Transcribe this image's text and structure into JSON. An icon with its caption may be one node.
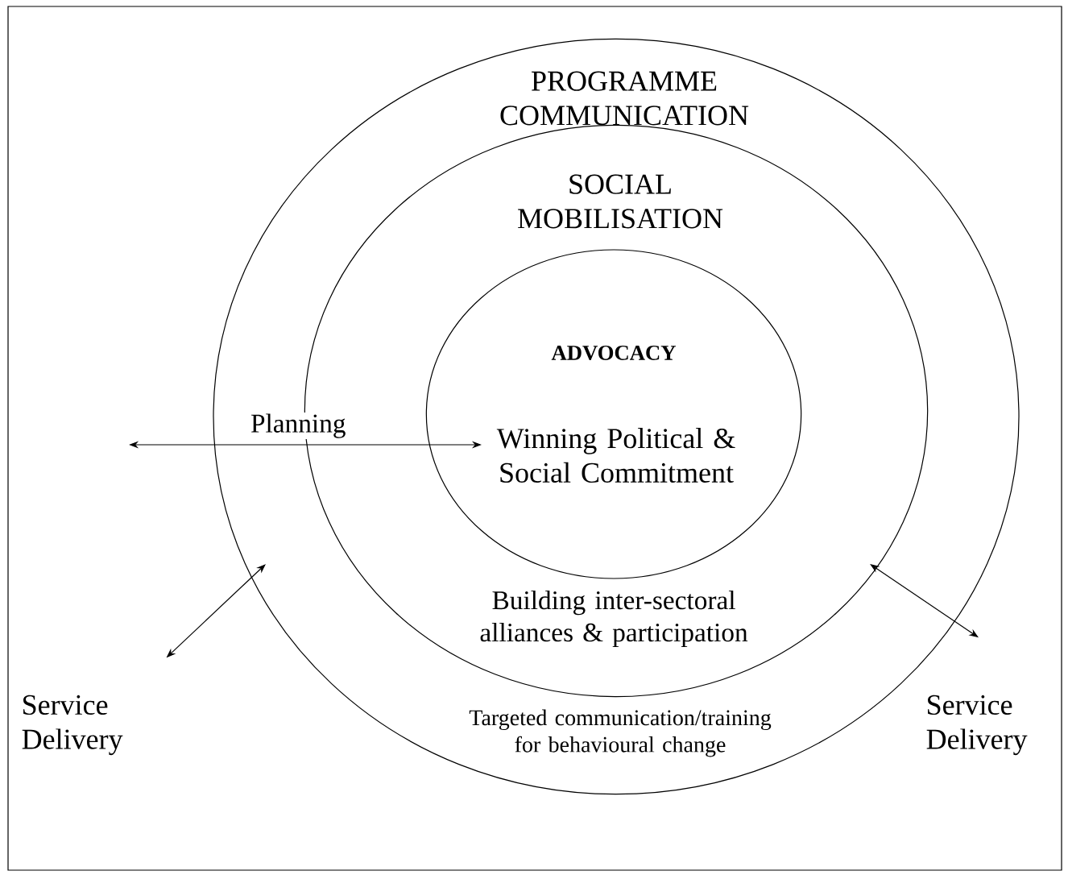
{
  "diagram": {
    "nodes": [
      {
        "text": [
          "PROGRAMME COMMUNICATION",
          "Targeted communication/training for behavioural change"
        ]
      },
      {
        "text": [
          "SOCIAL MOBILISATION",
          "Building inter-sectoral alliances & participation"
        ],
        "in": 0
      },
      {
        "text": [
          "ADVOCACY",
          "Winning Political & Social Commitment"
        ],
        "in": 1
      },
      {
        "text": [
          "Service Delivery"
        ]
      },
      {
        "text": [
          "Service Delivery"
        ]
      }
    ],
    "edges": [
      {
        "from": null,
        "to": 2,
        "arrow": "both",
        "label": "Planning"
      },
      {
        "from": 3,
        "to": 0,
        "arrow": "both"
      },
      {
        "from": 4,
        "to": 1,
        "arrow": "both"
      }
    ]
  }
}
